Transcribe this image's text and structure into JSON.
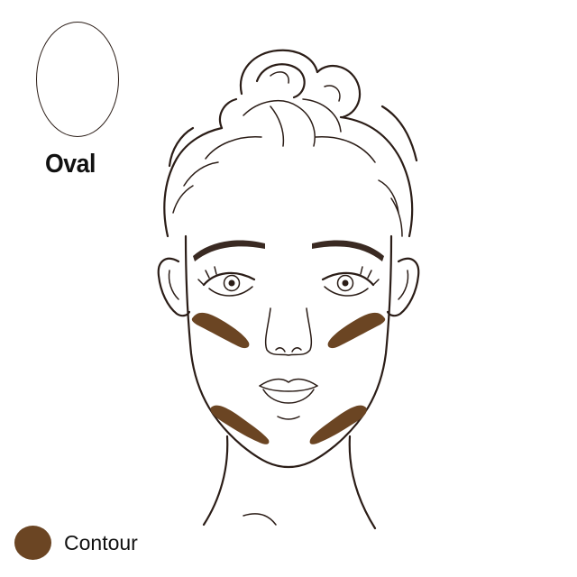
{
  "face_shape": {
    "label": "Oval",
    "outline_color": "#2b1d17"
  },
  "legend": {
    "label": "Contour",
    "swatch_color": "#6b4523"
  },
  "illustration": {
    "subject": "face-line-drawing",
    "contour_marks": [
      "left-cheekbone",
      "right-cheekbone",
      "left-jaw",
      "right-jaw"
    ]
  }
}
